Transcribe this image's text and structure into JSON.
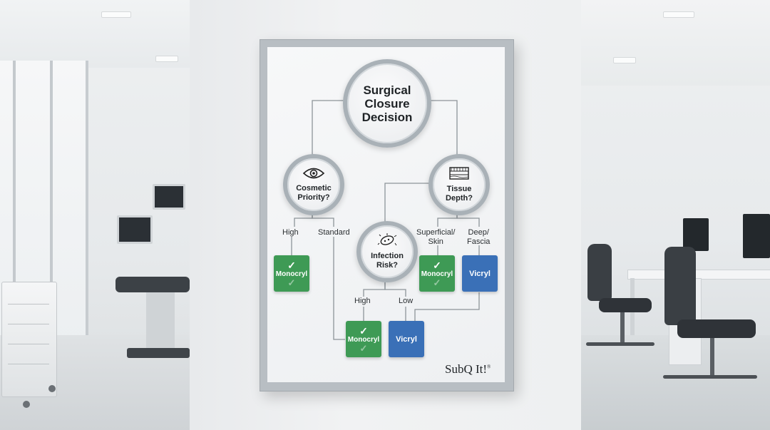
{
  "poster": {
    "title": [
      "Surgical",
      "Closure",
      "Decision"
    ],
    "brand": "SubQ It!",
    "brand_mark": "®"
  },
  "questions": {
    "cosmetic": {
      "lines": [
        "Cosmetic",
        "Priority?"
      ],
      "icon": "eye-icon"
    },
    "tissue": {
      "lines": [
        "Tissue",
        "Depth?"
      ],
      "icon": "tissue-layers-icon"
    },
    "infection": {
      "lines": [
        "Infection",
        "Risk?"
      ],
      "icon": "bacteria-icon"
    }
  },
  "branches": {
    "cosmetic_high": "High",
    "cosmetic_standard": "Standard",
    "tissue_superficial": [
      "Superficial/",
      "Skin"
    ],
    "tissue_deep": [
      "Deep/",
      "Fascia"
    ],
    "infection_high": "High",
    "infection_low": "Low"
  },
  "outcomes": {
    "cosmetic_high": "Monocryl",
    "tissue_superficial": "Monocryl",
    "tissue_deep": "Vicryl",
    "infection_high": "Monocryl",
    "infection_low": "Vicryl"
  },
  "colors": {
    "monocryl": "#3e9a55",
    "vicryl": "#3a70b7",
    "node_ring": "#a9b1b7"
  }
}
